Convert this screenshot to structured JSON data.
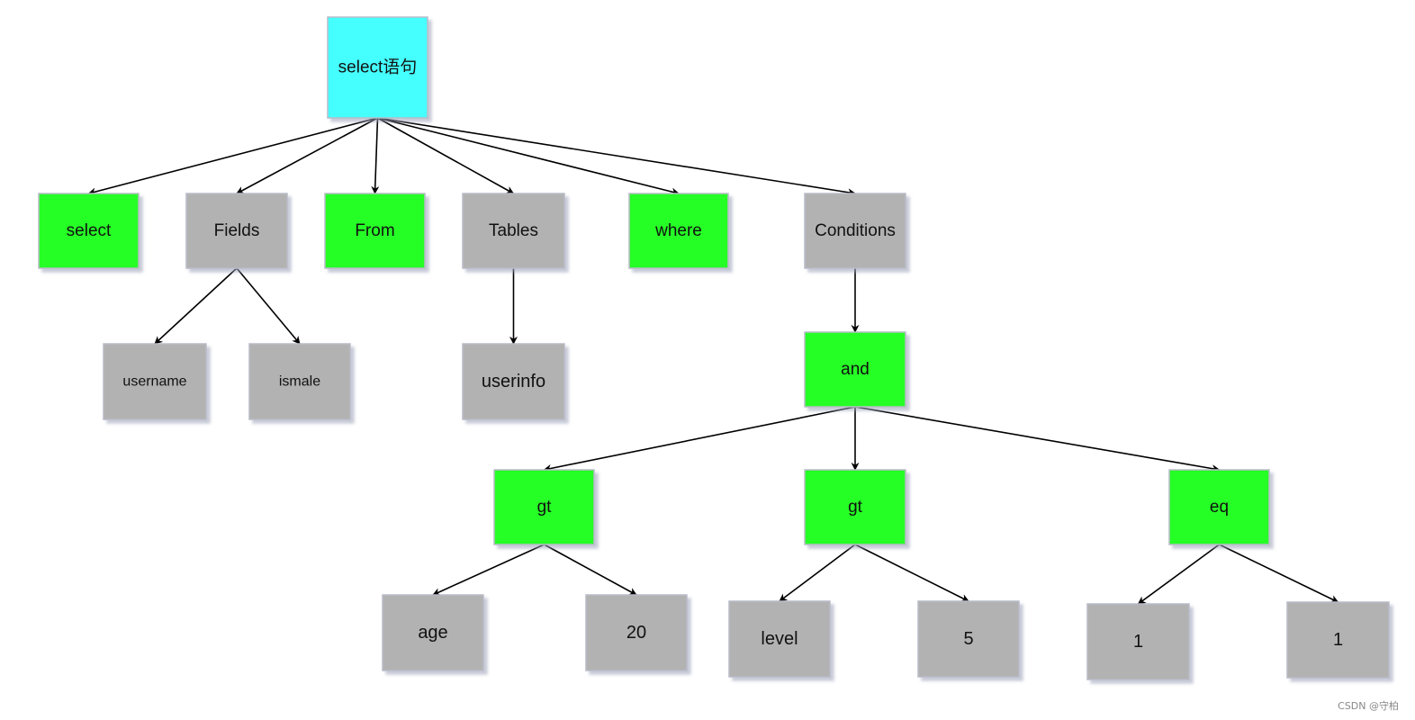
{
  "colors": {
    "root": "#44ffff",
    "keyword": "#28ff28",
    "operand": "#b2b2b2",
    "edge": "#000000"
  },
  "tree": {
    "nodes": [
      {
        "id": "root",
        "label": "select语句",
        "kind": "root"
      },
      {
        "id": "kw-select",
        "label": "select",
        "kind": "keyword"
      },
      {
        "id": "fields",
        "label": "Fields",
        "kind": "operand"
      },
      {
        "id": "kw-from",
        "label": "From",
        "kind": "keyword"
      },
      {
        "id": "tables",
        "label": "Tables",
        "kind": "operand"
      },
      {
        "id": "kw-where",
        "label": "where",
        "kind": "keyword"
      },
      {
        "id": "conditions",
        "label": "Conditions",
        "kind": "operand"
      },
      {
        "id": "username",
        "label": "username",
        "kind": "operand"
      },
      {
        "id": "ismale",
        "label": "ismale",
        "kind": "operand"
      },
      {
        "id": "userinfo",
        "label": "userinfo",
        "kind": "operand"
      },
      {
        "id": "and",
        "label": "and",
        "kind": "keyword"
      },
      {
        "id": "gt1",
        "label": "gt",
        "kind": "keyword"
      },
      {
        "id": "gt2",
        "label": "gt",
        "kind": "keyword"
      },
      {
        "id": "eq",
        "label": "eq",
        "kind": "keyword"
      },
      {
        "id": "age",
        "label": "age",
        "kind": "operand"
      },
      {
        "id": "v20",
        "label": "20",
        "kind": "operand"
      },
      {
        "id": "level",
        "label": "level",
        "kind": "operand"
      },
      {
        "id": "v5",
        "label": "5",
        "kind": "operand"
      },
      {
        "id": "one-a",
        "label": "1",
        "kind": "operand"
      },
      {
        "id": "one-b",
        "label": "1",
        "kind": "operand"
      }
    ],
    "edges": [
      [
        "root",
        "kw-select"
      ],
      [
        "root",
        "fields"
      ],
      [
        "root",
        "kw-from"
      ],
      [
        "root",
        "tables"
      ],
      [
        "root",
        "kw-where"
      ],
      [
        "root",
        "conditions"
      ],
      [
        "fields",
        "username"
      ],
      [
        "fields",
        "ismale"
      ],
      [
        "tables",
        "userinfo"
      ],
      [
        "conditions",
        "and"
      ],
      [
        "and",
        "gt1"
      ],
      [
        "and",
        "gt2"
      ],
      [
        "and",
        "eq"
      ],
      [
        "gt1",
        "age"
      ],
      [
        "gt1",
        "v20"
      ],
      [
        "gt2",
        "level"
      ],
      [
        "gt2",
        "v5"
      ],
      [
        "eq",
        "one-a"
      ],
      [
        "eq",
        "one-b"
      ]
    ]
  },
  "watermark": "CSDN @守柏"
}
